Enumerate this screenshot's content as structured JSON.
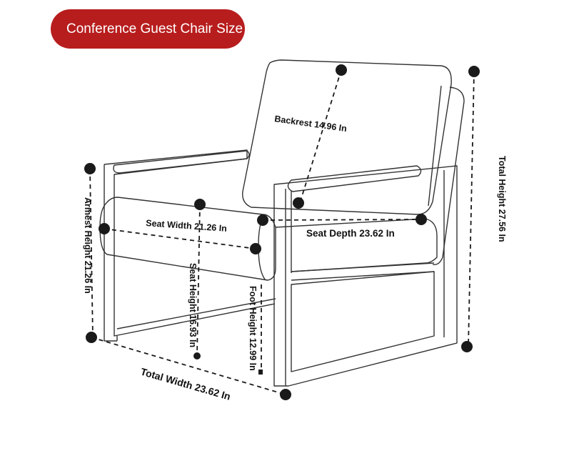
{
  "title": "Conference Guest Chair Size",
  "colors": {
    "accent": "#b81d1d",
    "line": "#333333",
    "marker": "#1a1a1a"
  },
  "dimensions": {
    "backrest": "Backrest 14.96 In",
    "seat_width": "Seat Width 21.26 In",
    "seat_depth": "Seat Depth 23.62 In",
    "armrest_height": "Armest Height 21.26 In",
    "seat_height": "Seat Height 16.93 In",
    "foot_height": "Foot Height 12.99 In",
    "total_height": "Total Height 27.56 In",
    "total_width": "Total Width 23.62 In"
  }
}
